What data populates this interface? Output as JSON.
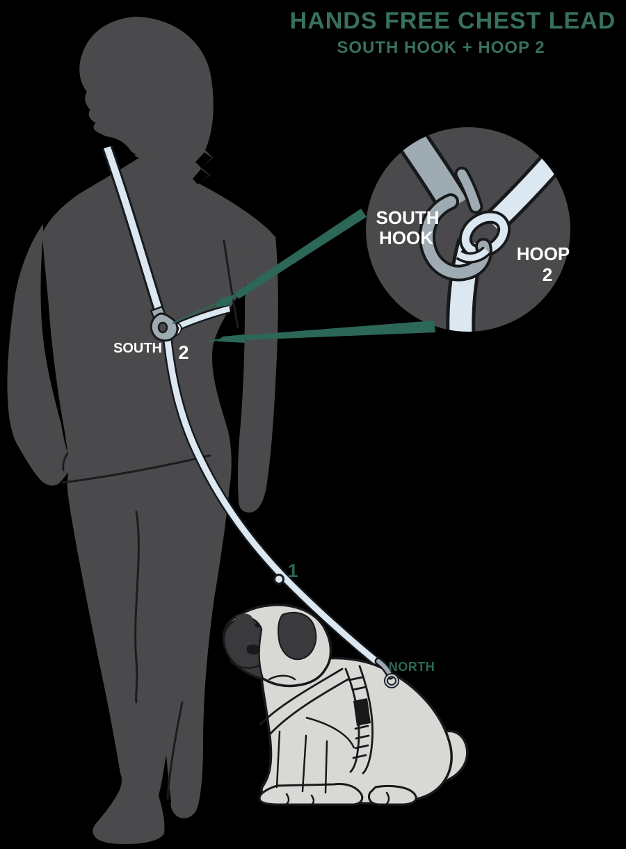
{
  "title": {
    "main": "HANDS FREE CHEST LEAD",
    "subtitle": "SOUTH HOOK + HOOP 2"
  },
  "figure_labels": {
    "chest_hook": "SOUTH",
    "chest_hoop": "2",
    "lead_hoop": "1",
    "dog_hook": "NORTH"
  },
  "inset_labels": {
    "hook_line1": "SOUTH",
    "hook_line2": "HOOK",
    "hoop_line1": "HOOP",
    "hoop_line2": "2"
  },
  "colors": {
    "background": "#000000",
    "title_teal": "#38705f",
    "arrow_teal": "#2c6757",
    "silhouette_gray": "#4a4a4c",
    "inset_circle_gray": "#4a4a4c",
    "leash_light_blue": "#dce8f1",
    "hardware_gray": "#9fabb3",
    "dog_body_gray": "#d8d9d5",
    "dog_patch_dark": "#3a3a3c",
    "outline_black": "#17191b",
    "label_white": "#ffffff"
  }
}
